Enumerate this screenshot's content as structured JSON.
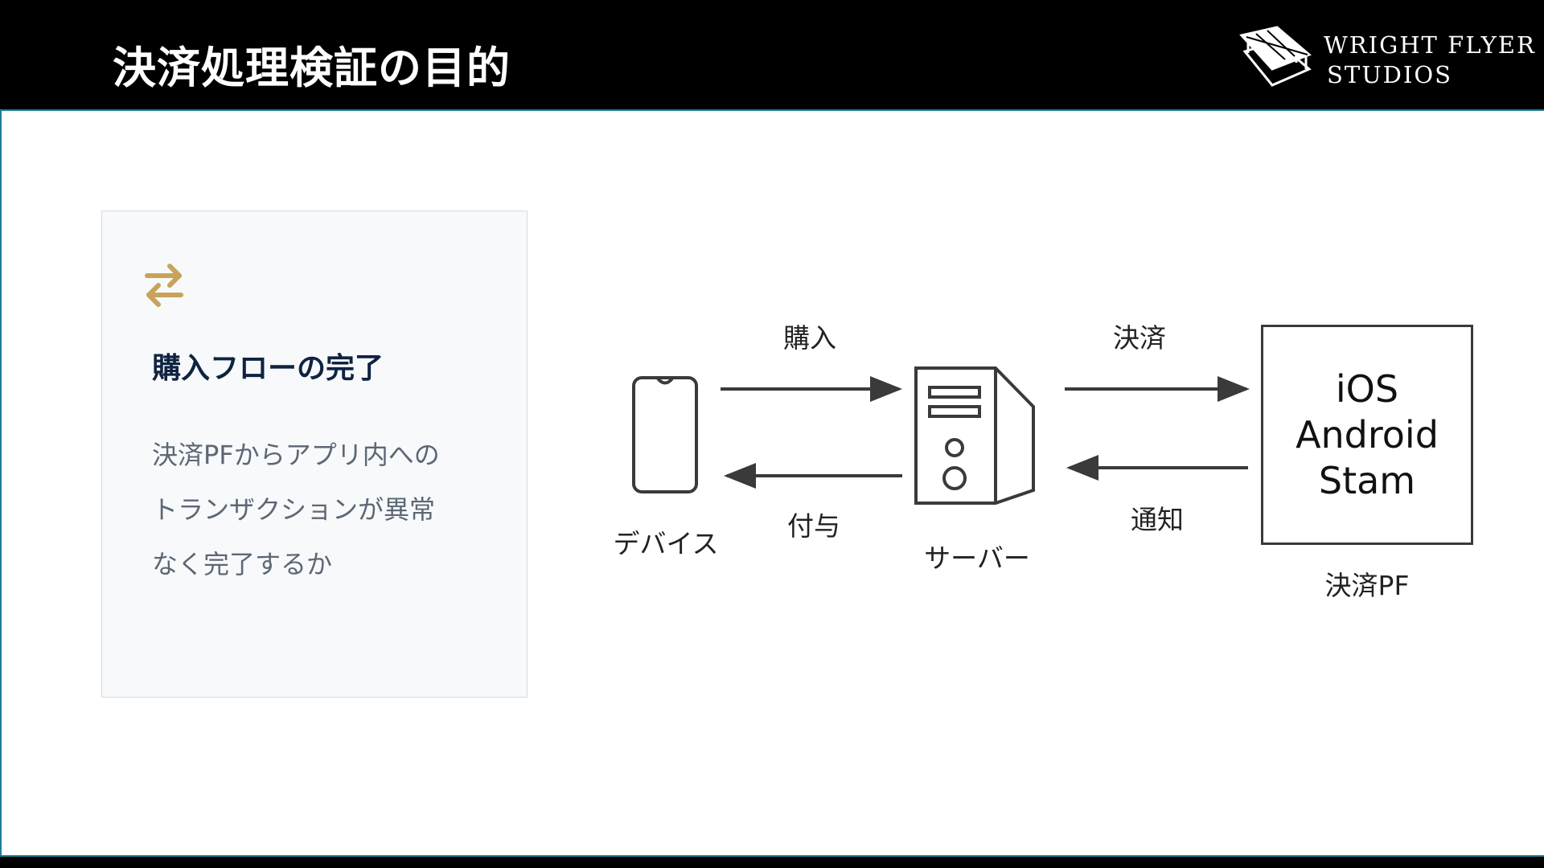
{
  "header": {
    "title": "決済処理検証の目的",
    "logo_line1": "WRIGHT FLYER",
    "logo_line2": "STUDIOS"
  },
  "card": {
    "icon": "swap-arrows-icon",
    "icon_color": "#c9a35a",
    "title": "購入フローの完了",
    "description_lines": [
      "決済PFからアプリ内への",
      "トランザクションが異常",
      "なく完了するか"
    ]
  },
  "diagram": {
    "device_label": "デバイス",
    "server_label": "サーバー",
    "pf_label": "決済PF",
    "arrow_purchase": "購入",
    "arrow_grant": "付与",
    "arrow_payment": "決済",
    "arrow_notify": "通知",
    "pf_box_lines": [
      "iOS",
      "Android",
      "Stam"
    ]
  },
  "colors": {
    "header_bg": "#000000",
    "accent": "#1b7f9a",
    "card_bg": "#f7f9fb",
    "card_title": "#0f2340",
    "stroke": "#3a3a3a"
  }
}
